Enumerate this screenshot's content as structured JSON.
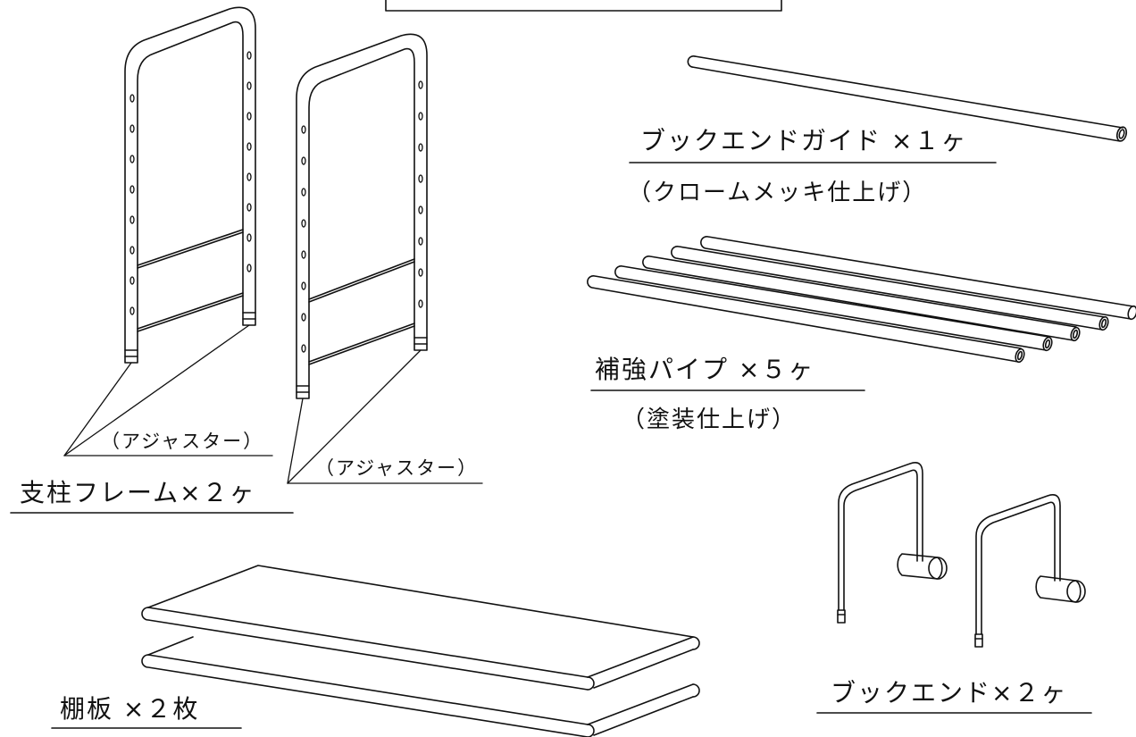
{
  "labels": {
    "bookend_guide": "ブックエンドガイド ×１ヶ",
    "bookend_guide_finish": "（クロームメッキ仕上げ）",
    "reinforcing_pipe": "補強パイプ ×５ヶ",
    "reinforcing_pipe_finish": "（塗装仕上げ）",
    "adjuster_left": "（アジャスター）",
    "adjuster_right": "（アジャスター）",
    "frame": "支柱フレーム×２ヶ",
    "shelf": "棚板 ×２枚",
    "bookend": "ブックエンド×２ヶ"
  }
}
